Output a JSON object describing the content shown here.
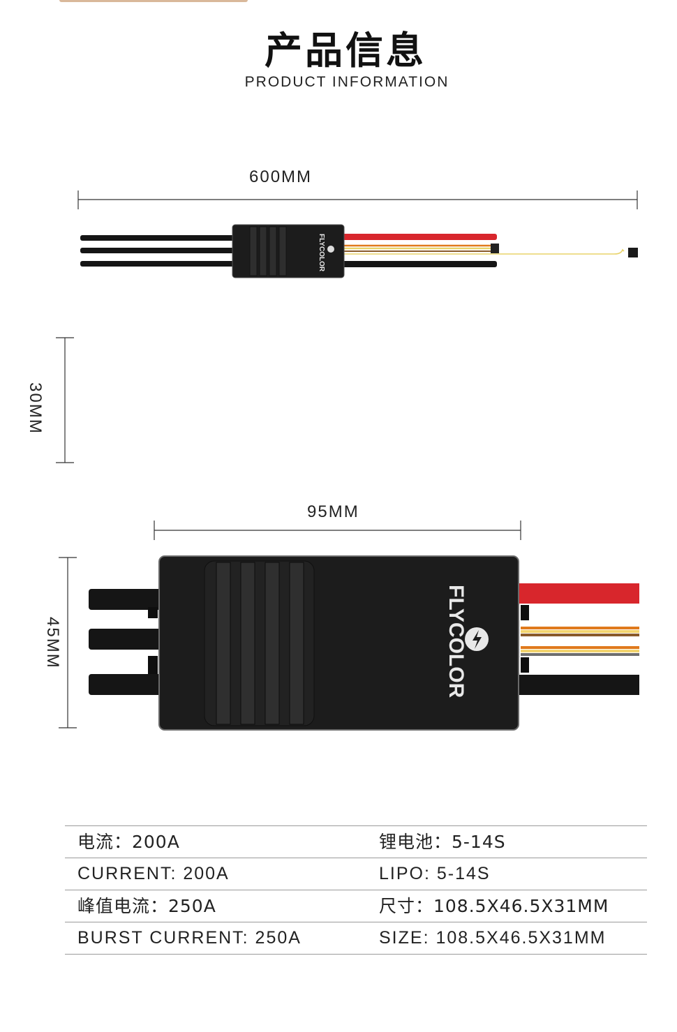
{
  "header": {
    "title": "产品信息",
    "subtitle": "PRODUCT INFORMATION"
  },
  "dimensions": {
    "cable_length": "600MM",
    "height": "30MM",
    "length": "95MM",
    "width": "45MM"
  },
  "product": {
    "brand": "FLYCOLOR"
  },
  "colors": {
    "housing": "#1c1c1c",
    "red_wire": "#d8262c",
    "black_wire": "#151515",
    "signal_yellow": "#e8d36a",
    "signal_orange": "#e07a1c",
    "dimension_line": "#333333"
  },
  "specs": [
    {
      "left": "电流：200A",
      "right": "锂电池：5-14S"
    },
    {
      "left": "CURRENT: 200A",
      "right": "LIPO: 5-14S"
    },
    {
      "left": "峰值电流：250A",
      "right": "尺寸：108.5X46.5X31MM"
    },
    {
      "left": "BURST CURRENT: 250A",
      "right": "SIZE: 108.5X46.5X31MM"
    }
  ]
}
